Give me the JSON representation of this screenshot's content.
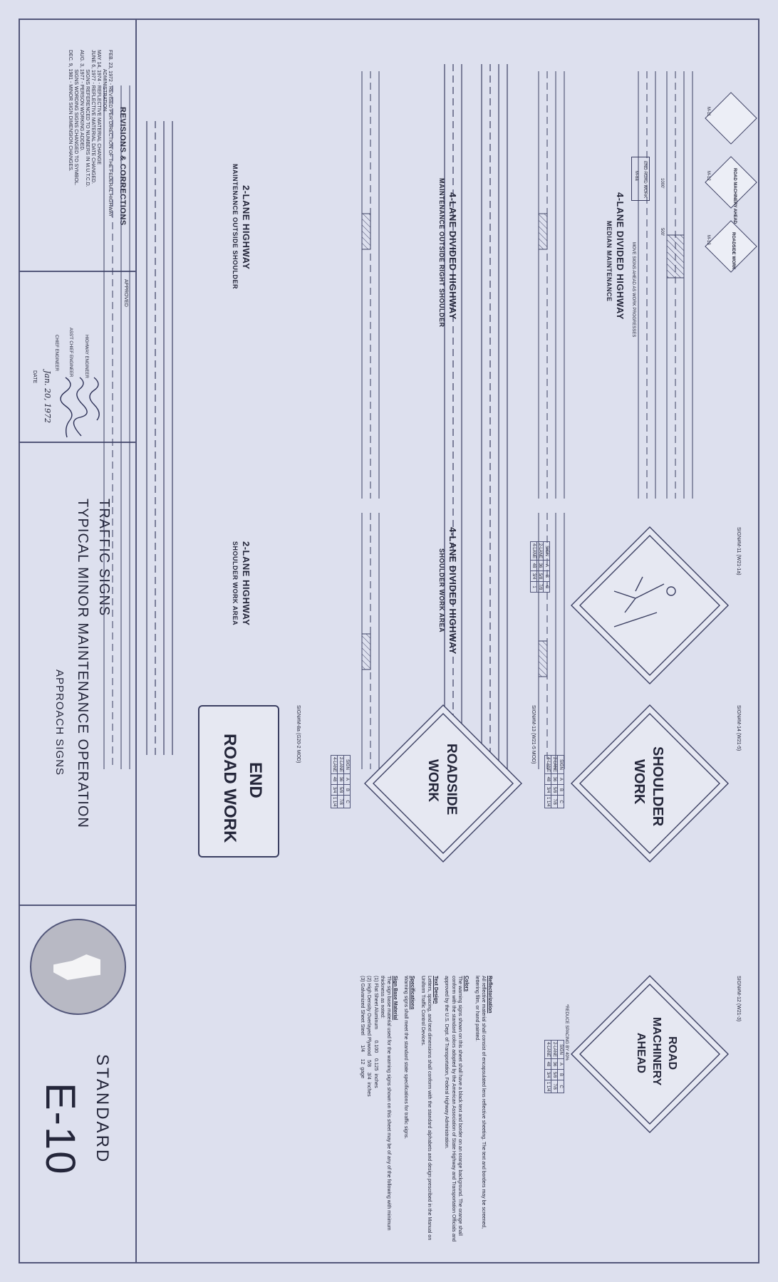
{
  "title_block": {
    "revisions": {
      "heading": "REVISIONS & CORRECTIONS",
      "entries": [
        "FEB. 23, 1972 - REVISED PER DIRECTION OF THE FEDERAL HIGHWAY",
        "              ADMINISTRATION",
        "MAY 14, 1974 - REFLECTIVE MATERIAL CHANGE",
        "JUNE 6, 1977 - REFLECTIVE MATERIAL DATE CHANGED.",
        "              SIGNS REFERENCED TO NUMBERS IN M.U.T.C.D.",
        "AUG. 3, 1977 - PERSON WORKING ADDED.",
        "              SIGNS WORDING SIGNS CHANGED TO SYMBOL.",
        "DEC. 9, 1981 - MINOR SIGN DIMENSION CHANGES.",
        ""
      ]
    },
    "approvals": {
      "approved_label": "APPROVED",
      "date_label": "DATE",
      "date": "Jan. 20, 1972",
      "chief_engineer": "CHIEF ENGINEER",
      "asst_chief_engineer": "ASS'T CHIEF ENGINEER",
      "highway_engineer": "HIGHWAY ENGINEER"
    },
    "title": {
      "line1": "TRAFFIC SIGNS",
      "line2": "TYPICAL MINOR MAINTENANCE OPERATION",
      "line3": "APPROACH SIGNS"
    },
    "standard": {
      "label": "STANDARD",
      "number": "E-10"
    }
  },
  "plans": {
    "median": {
      "title": "4-LANE DIVIDED HIGHWAY",
      "subtitle": "MEDIAN MAINTENANCE",
      "sign_labels": [
        "M-11",
        "M-12",
        "M-13"
      ],
      "sign_texts": [
        "ROAD MACHINERY AHEAD",
        "ROADSIDE WORK"
      ],
      "end_road_work": "END ROAD WORK",
      "end_code": "M-8a",
      "distances": [
        "1000'",
        "500'"
      ],
      "note": "MOVE SIGNS AHEAD AS WORK PROGRESSES"
    },
    "outside_right": {
      "title": "4-LANE DIVIDED HIGHWAY",
      "subtitle": "MAINTENANCE OUTSIDE RIGHT SHOULDER"
    },
    "outside_shoulder": {
      "title": "2-LANE HIGHWAY",
      "subtitle": "MAINTENANCE OUTSIDE SHOULDER"
    },
    "shoulder_work": {
      "title": "4-LANE DIVIDED HIGHWAY",
      "subtitle": "SHOULDER WORK AREA"
    },
    "two_lane_shoulder_work": {
      "title": "2-LANE HIGHWAY",
      "subtitle": "SHOULDER WORK AREA"
    }
  },
  "signs": {
    "m11": {
      "label": "SIGN#M-11 (W21-1a)"
    },
    "m14": {
      "label": "SIGN#M-14 (W21-5)",
      "lines": [
        "SHOULDER",
        "WORK"
      ]
    },
    "m13": {
      "label": "SIGN#M-13 (W21-5 MOD)",
      "lines": [
        "ROADSIDE",
        "WORK"
      ]
    },
    "m12": {
      "label": "SIGN#M-12 (W21-3)",
      "lines": [
        "ROAD",
        "MACHINERY",
        "AHEAD"
      ],
      "reduce_note": "*REDUCE SPACING BY 40%"
    },
    "m8a": {
      "label": "SIGN#M-8a (G20-2 MOD)",
      "lines": [
        "END",
        "ROAD WORK"
      ]
    }
  },
  "tables": {
    "m11": {
      "headers": [
        "SIGN",
        "A",
        "B",
        "C"
      ],
      "rows": [
        [
          "2-LANE",
          "36",
          "5/8",
          "7/8"
        ],
        [
          "4-LANE",
          "48",
          "3/4",
          "1"
        ]
      ]
    },
    "m14": {
      "headers": [
        "SIGN",
        "A",
        "B",
        "C"
      ],
      "rows": [
        [
          "2-LANE",
          "36",
          "5/8",
          "7/8"
        ],
        [
          "4-LANE",
          "48",
          "3/4",
          "1 1/4"
        ]
      ]
    },
    "m13": {
      "headers": [
        "SIGN",
        "A",
        "B",
        "C"
      ],
      "rows": [
        [
          "2-LANE",
          "36",
          "5/8",
          "7/8"
        ],
        [
          "4-LANE",
          "48",
          "3/4",
          "1 1/4"
        ]
      ]
    },
    "m12": {
      "headers": [
        "SIGN",
        "A",
        "B",
        "C"
      ],
      "rows": [
        [
          "2-LANE",
          "36",
          "5/8",
          "7/8"
        ],
        [
          "4-LANE",
          "48",
          "3/4",
          "1 1/4"
        ]
      ]
    }
  },
  "notes": {
    "reflectorization": {
      "heading": "Reflectorization",
      "text": "All reflective material shall consist of encapsulated lens reflective sheeting. The text and borders may be screened, lettering film, or hand painted."
    },
    "colors": {
      "heading": "Colors",
      "text": "The warning signs shown on this sheet shall have a black text and border on an orange background. The orange shall conform with the standard colors adopted by the American Association of State Highway and Transportation Officials and approved by the U.S. Dept. of Transportation, Federal Highway Administration."
    },
    "text_design": {
      "heading": "Text Design",
      "text": "Letters, spacing, and text dimensions shall conform with the standard alphabets and design prescribed in the Manual on Uniform Traffic Control Devices."
    },
    "specifications": {
      "heading": "Specifications",
      "text": "Warning signs shall meet the standard state specifications for traffic signs."
    },
    "sign_base": {
      "heading": "Sign Base Material",
      "text": "The sign base material used for the warning signs shown on this sheet may be of any of the following with minimum thickness as noted:",
      "items": [
        "(1) Flat Sheet Aluminum        0.100    0.125  inches",
        "(2) High Density Overlayed Plywood   5/8    3/4  inches",
        "(3) Galvanized Sheet Steel       1/4     12  gage"
      ]
    }
  }
}
